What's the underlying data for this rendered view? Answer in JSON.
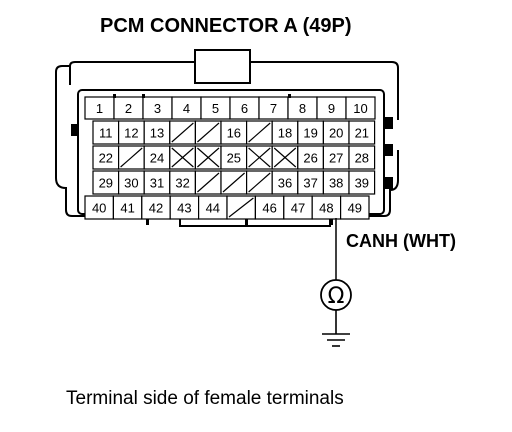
{
  "title": "PCM CONNECTOR A (49P)",
  "caption": "Terminal side of female terminals",
  "wire_label": "CANH (WHT)",
  "meter_symbol": "Ω",
  "icons": {
    "meter": "ohmmeter-icon",
    "ground": "ground-icon"
  },
  "rows": [
    [
      "1",
      "2",
      "3",
      "4",
      "5",
      "6",
      "7",
      "8",
      "9",
      "10"
    ],
    [
      "11",
      "12",
      "13",
      "",
      "",
      "16",
      "",
      "18",
      "19",
      "20",
      "21"
    ],
    [
      "22",
      "",
      "24",
      "",
      "",
      "25",
      "",
      "",
      "26",
      "27",
      "28"
    ],
    [
      "29",
      "30",
      "31",
      "32",
      "",
      "",
      "",
      "36",
      "37",
      "38",
      "39"
    ],
    [
      "40",
      "41",
      "42",
      "43",
      "44",
      "",
      "46",
      "47",
      "48",
      "49"
    ]
  ]
}
